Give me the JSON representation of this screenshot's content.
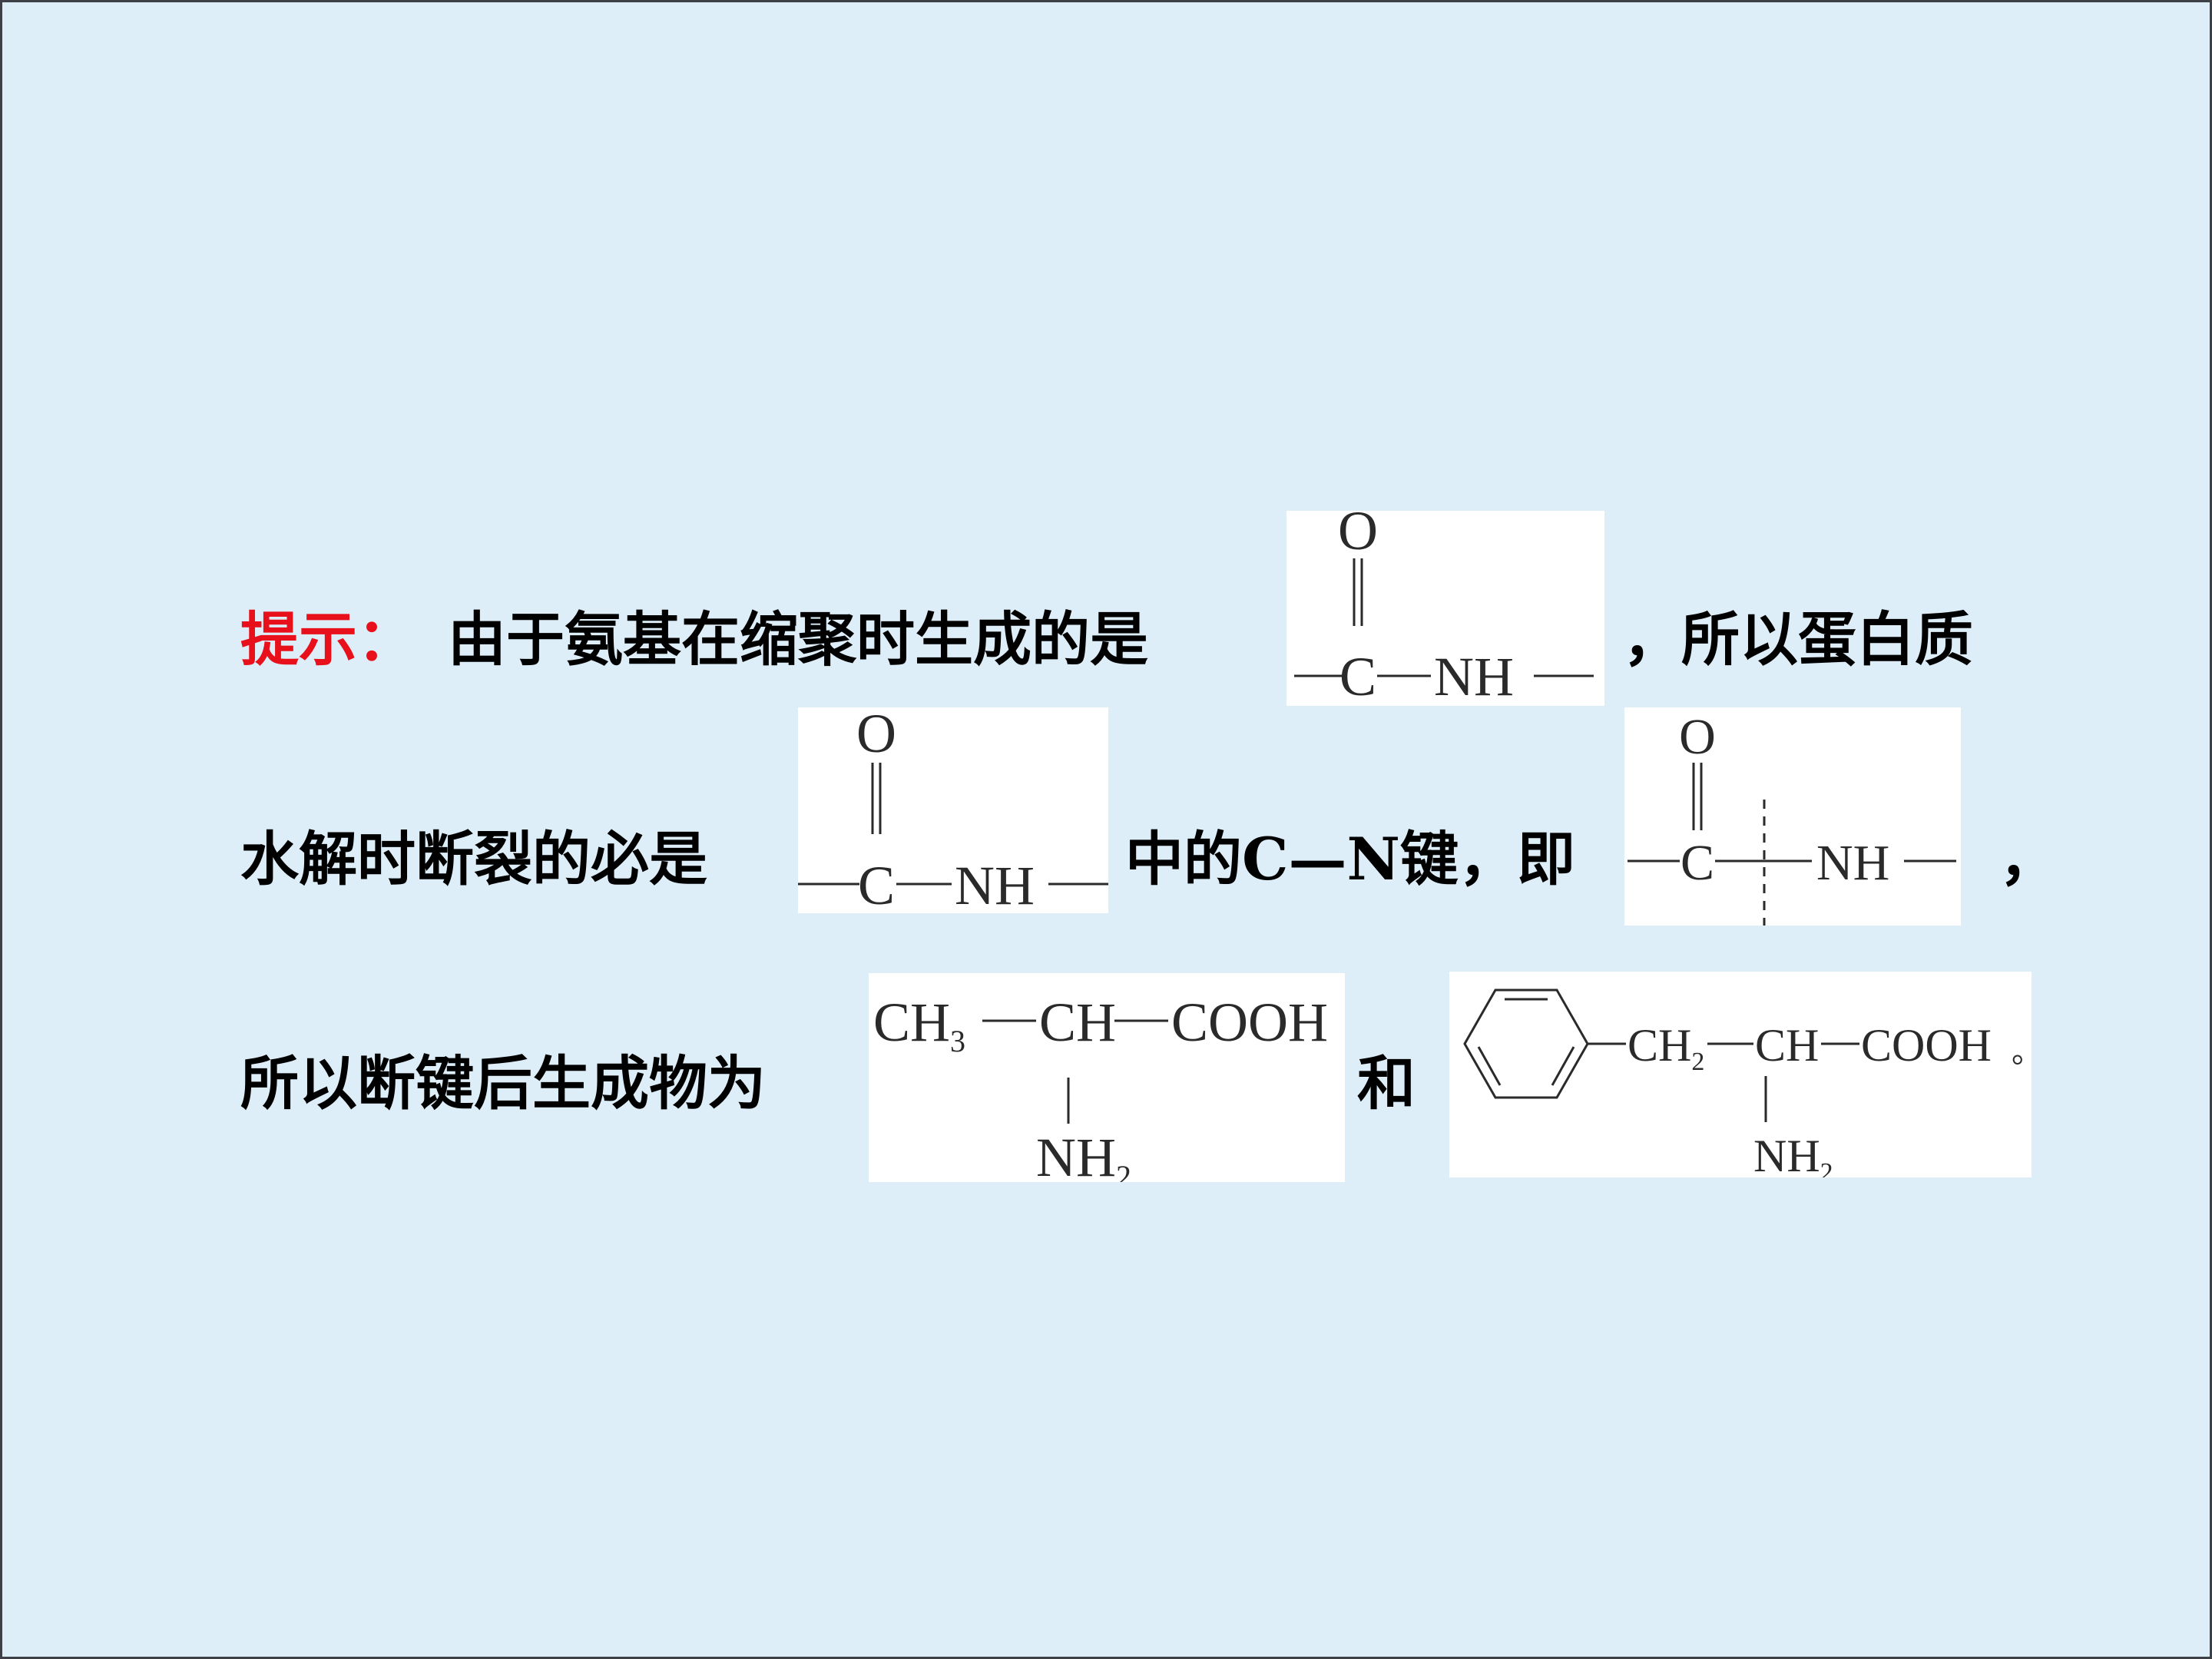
{
  "hint_label": "提示：",
  "line1": {
    "text_before": "由于氨基在缩聚时生成的是",
    "text_after": "，所以蛋白质"
  },
  "line2": {
    "text_before": "水解时断裂的必是",
    "text_middle": "中的C—N键，即",
    "text_after": "，"
  },
  "line3": {
    "text_before": "所以断键后生成物为",
    "text_middle": "和",
    "text_after": "。"
  },
  "amide_group": {
    "o": "O",
    "c": "C",
    "nh": "NH",
    "bond": "—"
  },
  "alanine": {
    "ch3": "CH",
    "ch3_sub": "3",
    "ch": "CH",
    "cooh": "COOH",
    "nh2": "NH",
    "nh2_sub": "2",
    "bond": "—"
  },
  "phenylalanine": {
    "ch2": "CH",
    "ch2_sub": "2",
    "ch": "CH",
    "cooh": "COOH",
    "nh2": "NH",
    "nh2_sub": "2",
    "bond": "—"
  },
  "colors": {
    "background": "#deeef9",
    "hint": "#e8101a",
    "text": "#000000"
  }
}
